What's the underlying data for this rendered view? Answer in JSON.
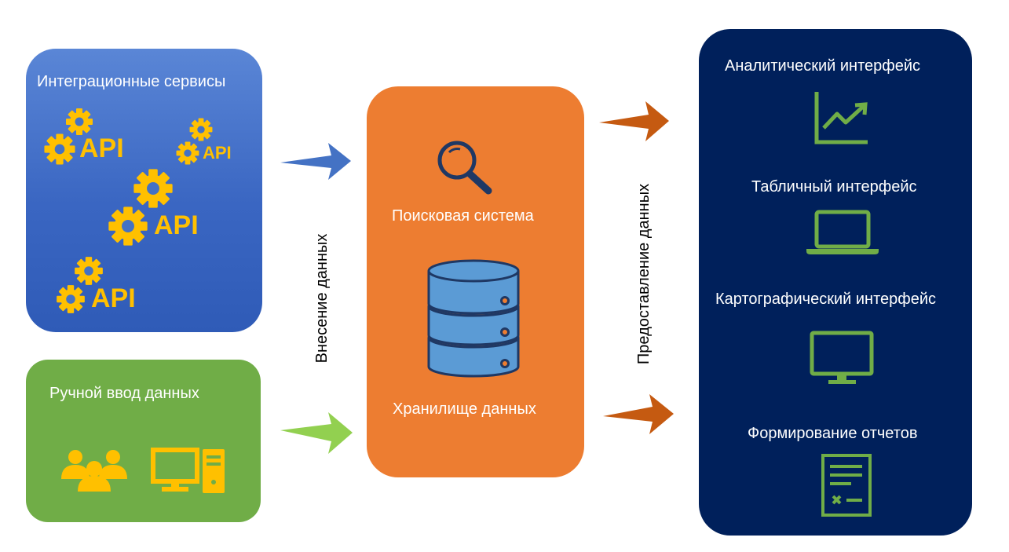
{
  "sources": {
    "integration": {
      "title": "Интеграционные сервисы",
      "api_labels": [
        "API",
        "API",
        "API",
        "API"
      ]
    },
    "manual": {
      "title": "Ручной ввод данных"
    }
  },
  "flows": {
    "ingest_label": "Внесение данных",
    "provide_label": "Предоставление данных"
  },
  "core": {
    "search_label": "Поисковая система",
    "storage_label": "Хранилище данных"
  },
  "outputs": [
    {
      "label": "Аналитический интерфейс",
      "icon": "chart-icon"
    },
    {
      "label": "Табличный интерфейс",
      "icon": "laptop-icon"
    },
    {
      "label": "Картографический интерфейс",
      "icon": "monitor-icon"
    },
    {
      "label": "Формирование отчетов",
      "icon": "report-icon"
    }
  ],
  "colors": {
    "integration_box": "#4472c4",
    "manual_box": "#70ad47",
    "core_box": "#ed7d31",
    "output_box": "#00205b",
    "gear_yellow": "#ffc000",
    "icon_green": "#70ad47",
    "arrow_blue": "#4472c4",
    "arrow_green": "#92d050",
    "arrow_orange": "#c55a11"
  }
}
